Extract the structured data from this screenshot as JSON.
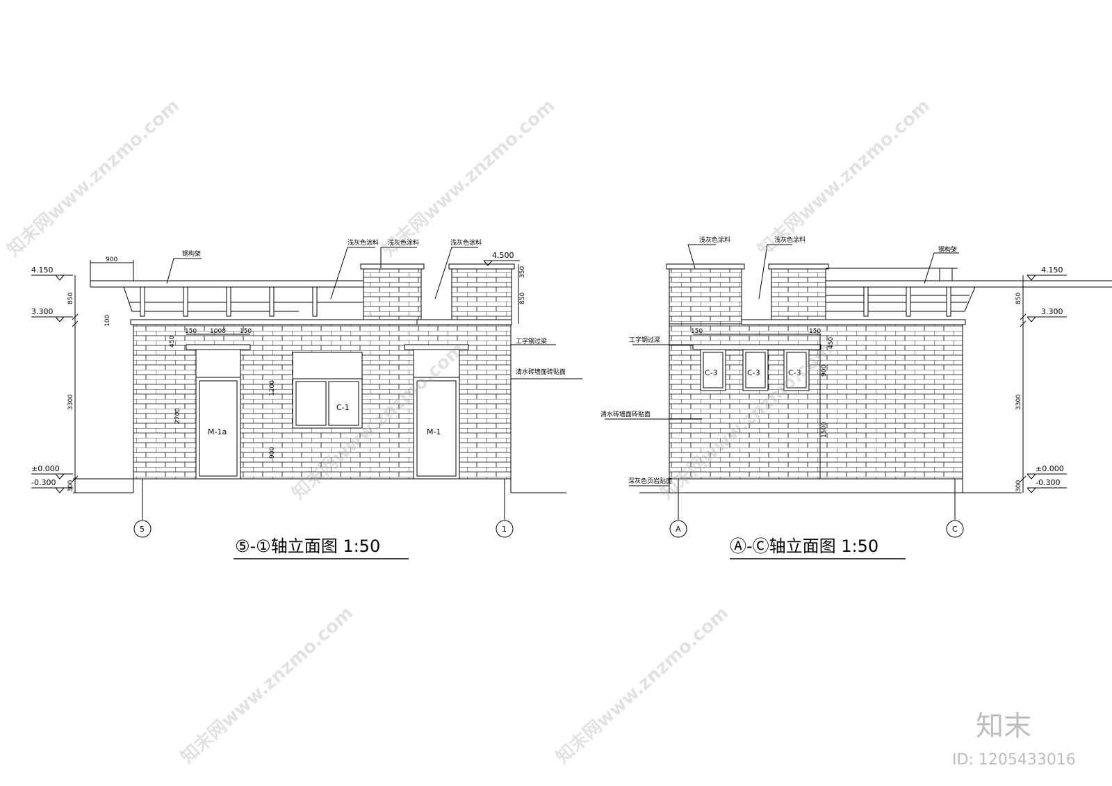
{
  "elevation_left": {
    "title": "⑤-①轴立面图 1:50",
    "axis_left": "5",
    "axis_right": "1",
    "notes": {
      "steel_frame": "钢构架",
      "paint_1": "浅灰色涂料",
      "paint_2": "浅灰色涂料",
      "paint_3": "浅灰色涂料",
      "beam": "工字钢过梁",
      "brick": "清水砖墙面砖贴面"
    },
    "levels": {
      "top": "4.500",
      "roof": "4.150",
      "eave": "3.300",
      "ground": "±0.000",
      "base": "-0.300"
    },
    "dims": {
      "frame_width": "900",
      "d850": "850",
      "d100": "100",
      "d3300": "3300",
      "d300": "300",
      "d350": "350",
      "d850b": "850",
      "d150a": "150",
      "d1000": "1000",
      "d150b": "150",
      "d450": "450",
      "d2700": "2700",
      "d1200": "1200",
      "d900": "900"
    },
    "openings": {
      "door_a": "M-1a",
      "window": "C-1",
      "door_b": "M-1"
    }
  },
  "elevation_right": {
    "title": "Ⓐ-Ⓒ轴立面图 1:50",
    "axis_left": "A",
    "axis_right": "C",
    "notes": {
      "paint_1": "浅灰色涂料",
      "paint_2": "浅灰色涂料",
      "steel_frame": "钢构架",
      "beam": "工字钢过梁",
      "brick": "清水砖墙面砖贴面",
      "base_stone": "深灰色页岩贴面"
    },
    "levels": {
      "roof": "4.150",
      "eave": "3.300",
      "ground": "±0.000",
      "base": "-0.300"
    },
    "dims": {
      "d850": "850",
      "d3300": "3300",
      "d300": "300",
      "d150a": "150",
      "d150b": "150",
      "d450": "450",
      "d900": "900",
      "d1500": "1500"
    },
    "openings": {
      "w1": "C-3",
      "w2": "C-3",
      "w3": "C-3"
    }
  },
  "watermark": {
    "text": "知末网www.znzmo.com",
    "brand": "知末",
    "id_label": "ID: 1205433016"
  }
}
